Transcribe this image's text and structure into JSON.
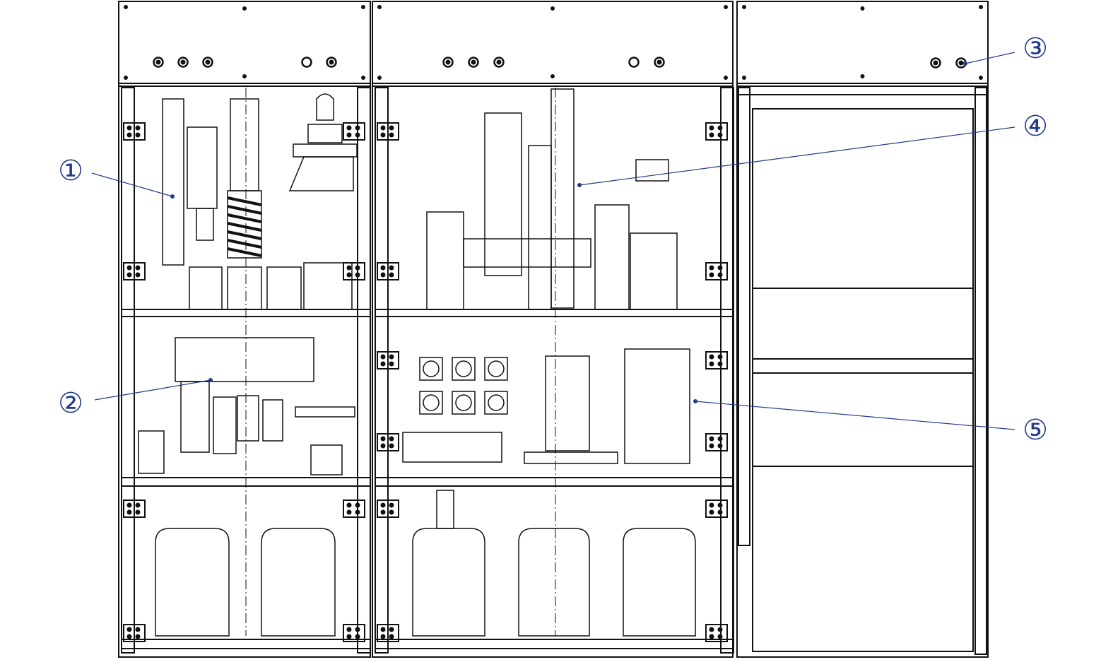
{
  "callouts": [
    {
      "id": "c1",
      "text": "①",
      "color": "#243a8c"
    },
    {
      "id": "c2",
      "text": "②",
      "color": "#243a8c"
    },
    {
      "id": "c3",
      "text": "③",
      "color": "#243a8c"
    },
    {
      "id": "c4",
      "text": "④",
      "color": "#243a8c"
    },
    {
      "id": "c5",
      "text": "⑤",
      "color": "#243a8c"
    }
  ],
  "colors": {
    "line": "#111111",
    "leader": "#243a8c",
    "background": "#ffffff"
  },
  "icons": {
    "cabinets": [
      "cabinet-left",
      "cabinet-middle",
      "cabinet-right"
    ],
    "canisters": 5,
    "pumps": 6
  }
}
